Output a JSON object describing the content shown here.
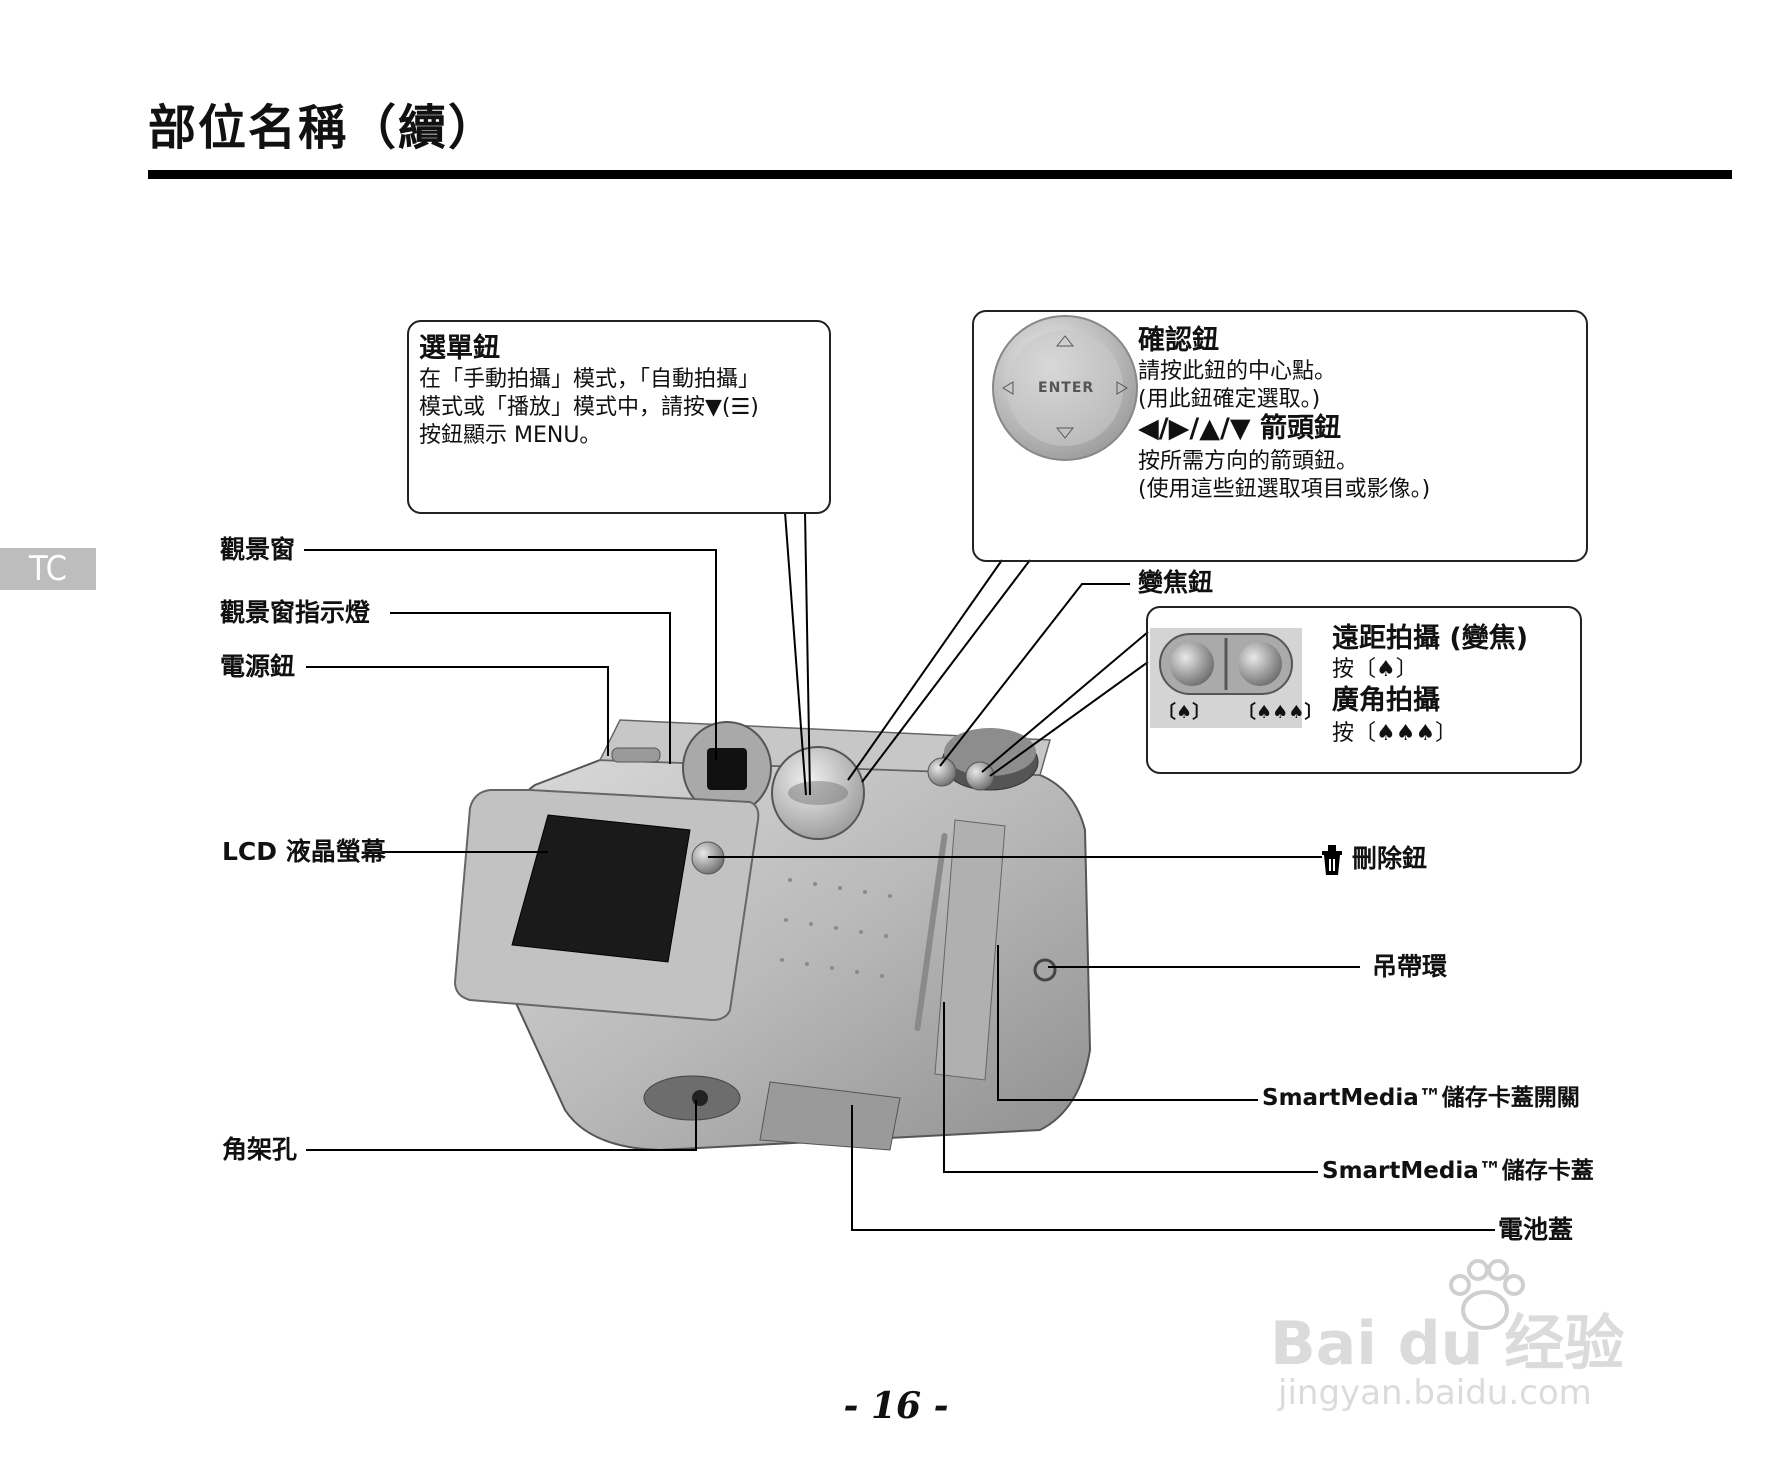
{
  "page": {
    "title": "部位名稱（續）",
    "side_tab": "TC",
    "page_number": "- 16 -"
  },
  "callouts": {
    "menu_button": {
      "heading": "選單鈕",
      "line1": "在「手動拍攝」模式，「自動拍攝」",
      "line2": "模式或「播放」模式中，請按▼(☰)",
      "line3": "按鈕顯示 MENU。"
    },
    "enter_button": {
      "heading": "確認鈕",
      "line1": "請按此鈕的中心點。",
      "line2": "(用此鈕確定選取。)",
      "arrow_heading": "◀/▶/▲/▼ 箭頭鈕",
      "line3": "按所需方向的箭頭鈕。",
      "line4": "(使用這些鈕選取項目或影像。)",
      "icon_text": "ENTER"
    },
    "zoom": {
      "label": "變焦鈕",
      "tele_heading": "遠距拍攝 (變焦)",
      "tele_press": "按〔♠〕",
      "wide_heading": "廣角拍攝",
      "wide_press": "按〔♠♠♠〕",
      "tele_icon": "〔♠〕",
      "wide_icon": "〔♠♠♠〕"
    }
  },
  "labels": {
    "viewfinder": "觀景窗",
    "viewfinder_lamp": "觀景窗指示燈",
    "power_button": "電源鈕",
    "lcd_monitor": "LCD 液晶螢幕",
    "tripod_socket": "角架孔",
    "delete_button": "刪除鈕",
    "strap_mount": "吊帶環",
    "smartmedia_cover_switch": "SmartMedia™儲存卡蓋開關",
    "smartmedia_cover": "SmartMedia™儲存卡蓋",
    "battery_cover": "電池蓋"
  },
  "watermark": {
    "brand": "Bai du 经验",
    "url": "jingyan.baidu.com"
  },
  "icons": {
    "delete": "trash-icon",
    "paw": "paw-icon"
  }
}
